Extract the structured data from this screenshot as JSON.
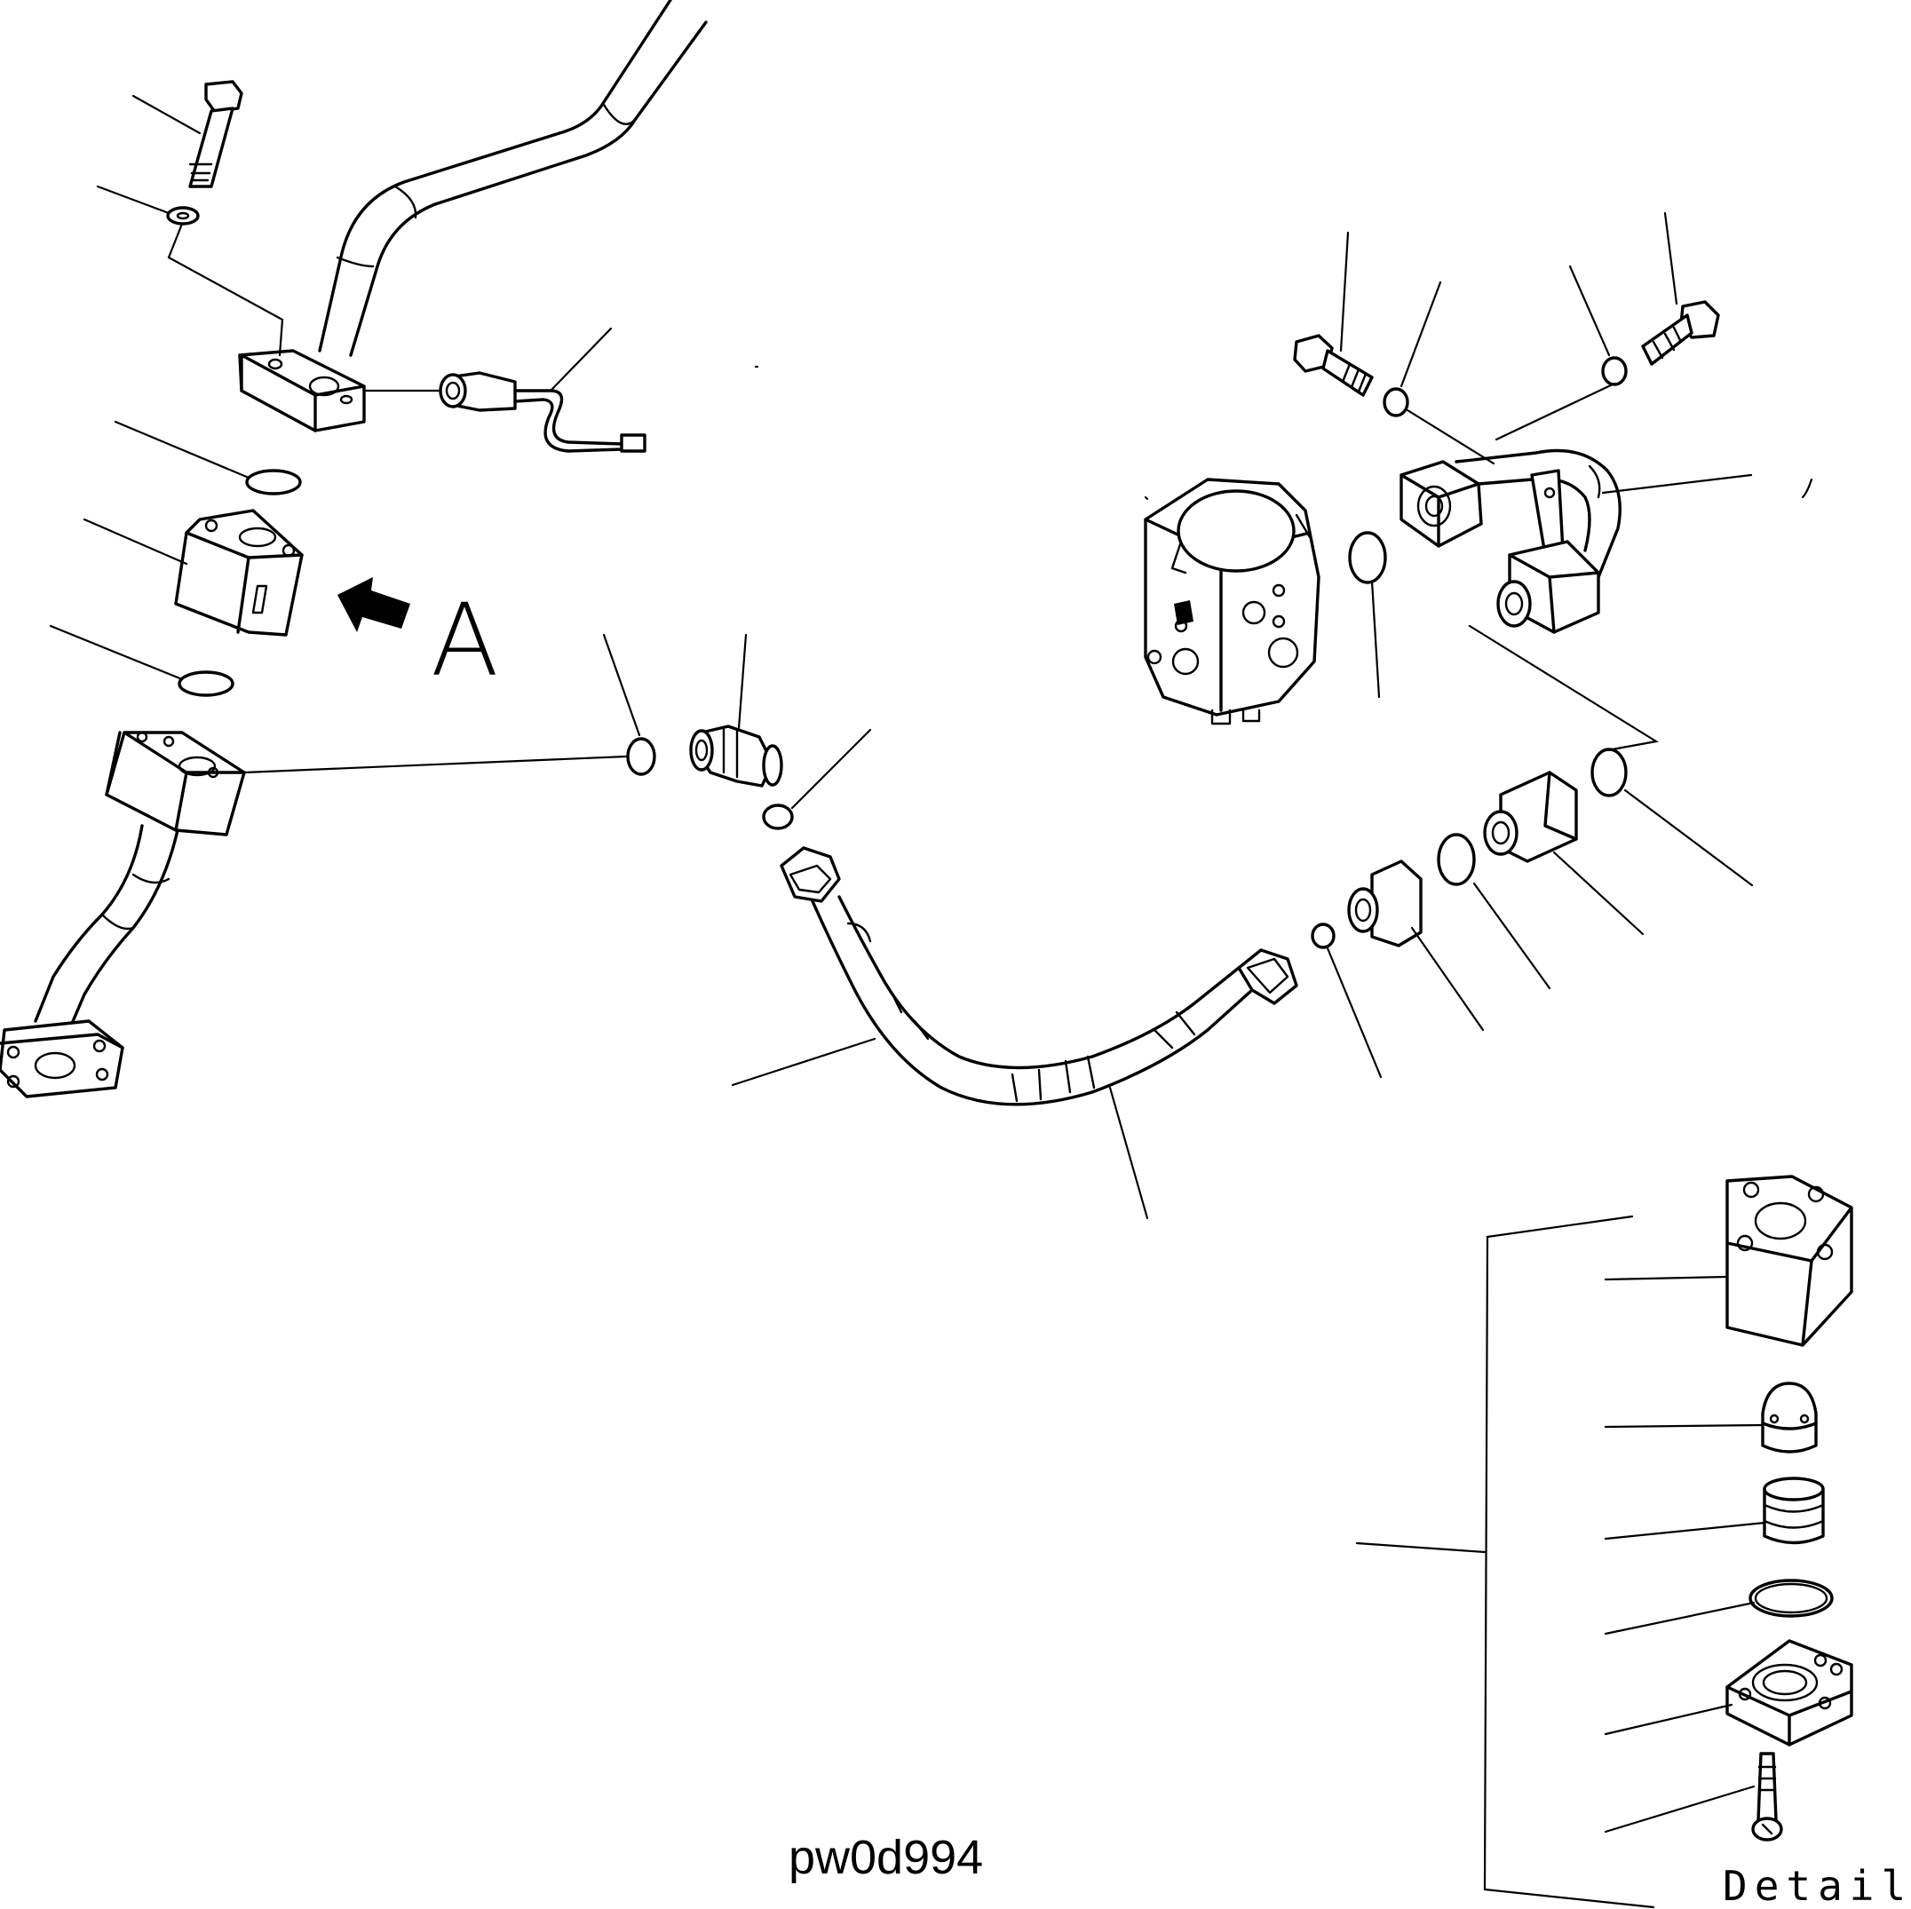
{
  "labels": {
    "view_arrow_letter": "A",
    "drawing_code": "pw0d994",
    "detail_caption": "Detail A"
  },
  "icons": {
    "view_arrow": "view-direction-arrow",
    "bolt": "bolt-icon",
    "washer": "washer-icon",
    "o_ring": "o-ring-icon",
    "hose": "hose-icon",
    "pump": "pump-icon",
    "elbow": "elbow-fitting-icon",
    "check_valve": "check-valve-icon"
  },
  "colors": {
    "line": "#000000",
    "background": "#ffffff"
  }
}
